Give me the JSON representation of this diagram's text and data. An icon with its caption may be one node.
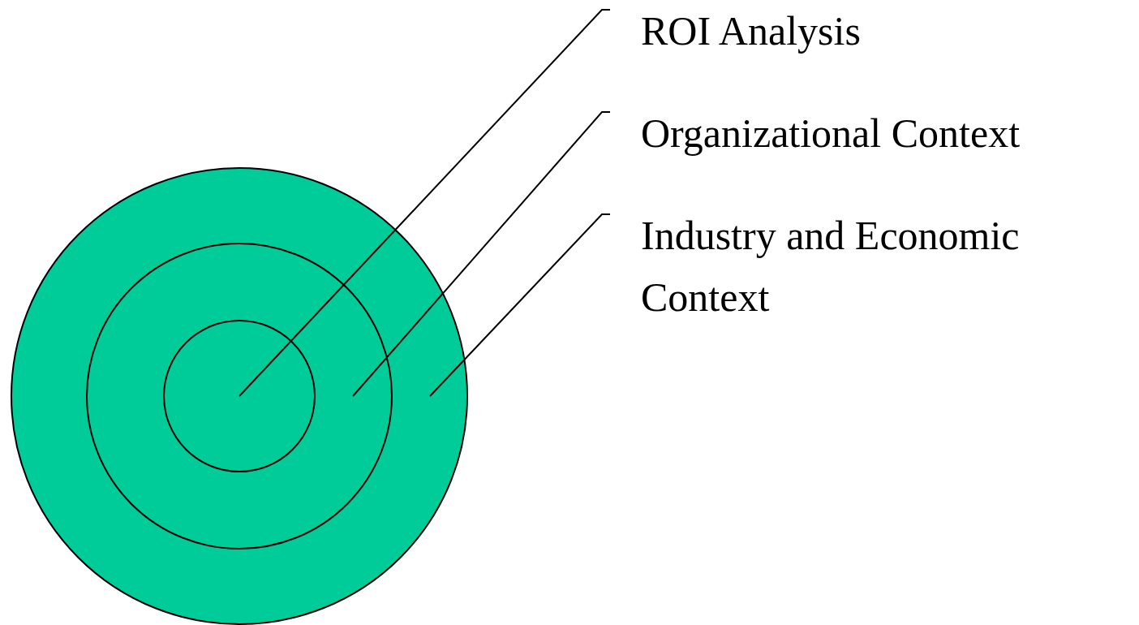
{
  "diagram": {
    "nodes": [
      {
        "text": [],
        "shape": "circle"
      },
      {
        "text": [],
        "shape": "circle",
        "in": 0
      },
      {
        "text": [],
        "shape": "circle",
        "in": 1
      },
      {
        "text": [
          "ROI Analysis"
        ]
      },
      {
        "text": [
          "Organizational Context"
        ]
      },
      {
        "text": [
          "Industry and Economic Context"
        ]
      }
    ],
    "edges": [
      {
        "from": 3,
        "to": 2,
        "arrow": "none"
      },
      {
        "from": 4,
        "to": 1,
        "arrow": "none"
      },
      {
        "from": 5,
        "to": 0,
        "arrow": "none"
      }
    ]
  }
}
